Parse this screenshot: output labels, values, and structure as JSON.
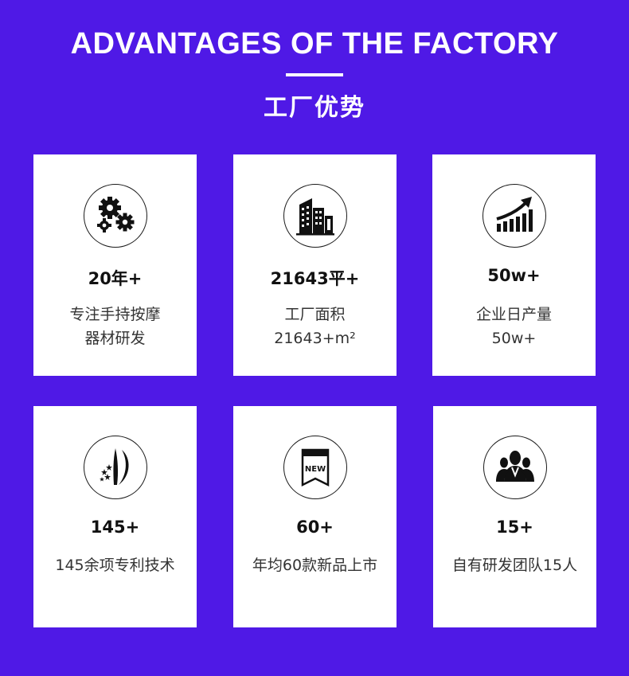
{
  "header": {
    "title": "ADVANTAGES OF THE FACTORY",
    "subtitle": "工厂优势"
  },
  "cards": [
    {
      "icon": "gears-icon",
      "stat": "20年+",
      "desc_line1": "专注手持按摩",
      "desc_line2": "器材研发"
    },
    {
      "icon": "building-icon",
      "stat": "21643平+",
      "desc_line1": "工厂面积",
      "desc_line2": "21643+m²"
    },
    {
      "icon": "growth-chart-icon",
      "stat": "50w+",
      "desc_line1": "企业日产量",
      "desc_line2": "50w+"
    },
    {
      "icon": "patent-icon",
      "stat": "145+",
      "desc_line1": "145余项专利技术",
      "desc_line2": ""
    },
    {
      "icon": "new-tag-icon",
      "stat": "60+",
      "desc_line1": "年均60款新品上市",
      "desc_line2": ""
    },
    {
      "icon": "team-icon",
      "stat": "15+",
      "desc_line1": "自有研发团队15人",
      "desc_line2": ""
    }
  ],
  "colors": {
    "background": "#4f19e6",
    "card": "#ffffff",
    "text": "#111111"
  },
  "new_tag_text": "NEW"
}
